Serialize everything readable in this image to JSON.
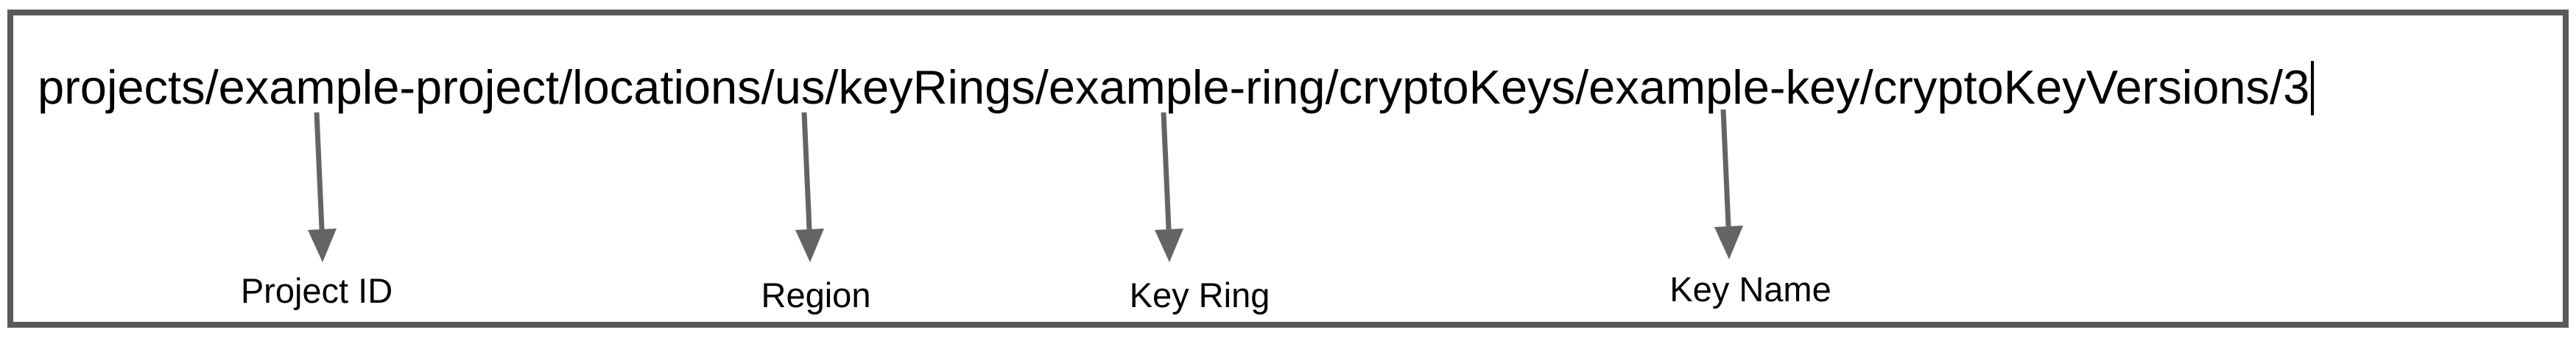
{
  "resource_path": {
    "value": "projects/example-project/locations/us/keyRings/example-ring/cryptoKeys/example-key/cryptoKeyVersions/3",
    "cursor_visible": true
  },
  "annotations": [
    {
      "label": "Project ID",
      "segment": "example-project"
    },
    {
      "label": "Region",
      "segment": "us"
    },
    {
      "label": "Key Ring",
      "segment": "example-ring"
    },
    {
      "label": "Key Name",
      "segment": "example-key"
    }
  ],
  "colors": {
    "background": "#ffffff",
    "border": "#58595b",
    "arrow": "#636466",
    "text": "#000000"
  }
}
